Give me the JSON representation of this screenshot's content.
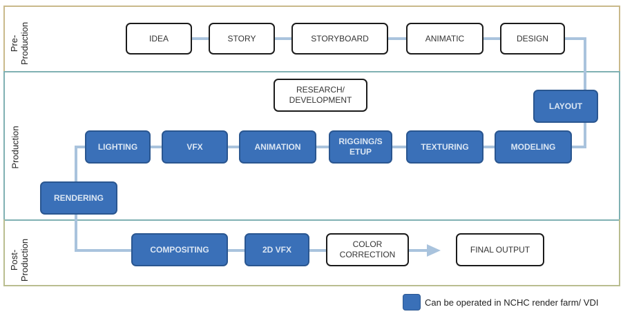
{
  "sections": {
    "pre_production": "Pre-\nProduction",
    "production": "Production",
    "post_production": "Post-\nProduction"
  },
  "nodes": {
    "idea": {
      "label": "IDEA",
      "farm": false
    },
    "story": {
      "label": "STORY",
      "farm": false
    },
    "storyboard": {
      "label": "STORYBOARD",
      "farm": false
    },
    "animatic": {
      "label": "ANIMATIC",
      "farm": false
    },
    "design": {
      "label": "DESIGN",
      "farm": false
    },
    "research": {
      "label": "RESEARCH/\nDEVELOPMENT",
      "farm": false
    },
    "layout": {
      "label": "LAYOUT",
      "farm": true
    },
    "lighting": {
      "label": "LIGHTING",
      "farm": true
    },
    "vfx": {
      "label": "VFX",
      "farm": true
    },
    "animation": {
      "label": "ANIMATION",
      "farm": true
    },
    "rigging": {
      "label": "RIGGING/S\nETUP",
      "farm": true
    },
    "texturing": {
      "label": "TEXTURING",
      "farm": true
    },
    "modeling": {
      "label": "MODELING",
      "farm": true
    },
    "rendering": {
      "label": "RENDERING",
      "farm": true
    },
    "compositing": {
      "label": "COMPOSITING",
      "farm": true
    },
    "vfx2d": {
      "label": "2D VFX",
      "farm": true
    },
    "color": {
      "label": "COLOR\nCORRECTION",
      "farm": false
    },
    "final": {
      "label": "FINAL OUTPUT",
      "farm": false
    }
  },
  "legend": {
    "text": "Can be operated in NCHC render farm/ VDI",
    "color": "#3a70b8"
  },
  "colors": {
    "blue_node": "#3a70b8",
    "connector": "#a9c3dd",
    "pre_border": "#c9b98a",
    "prod_border": "#7fb0b2",
    "post_border": "#b9bd8f"
  }
}
